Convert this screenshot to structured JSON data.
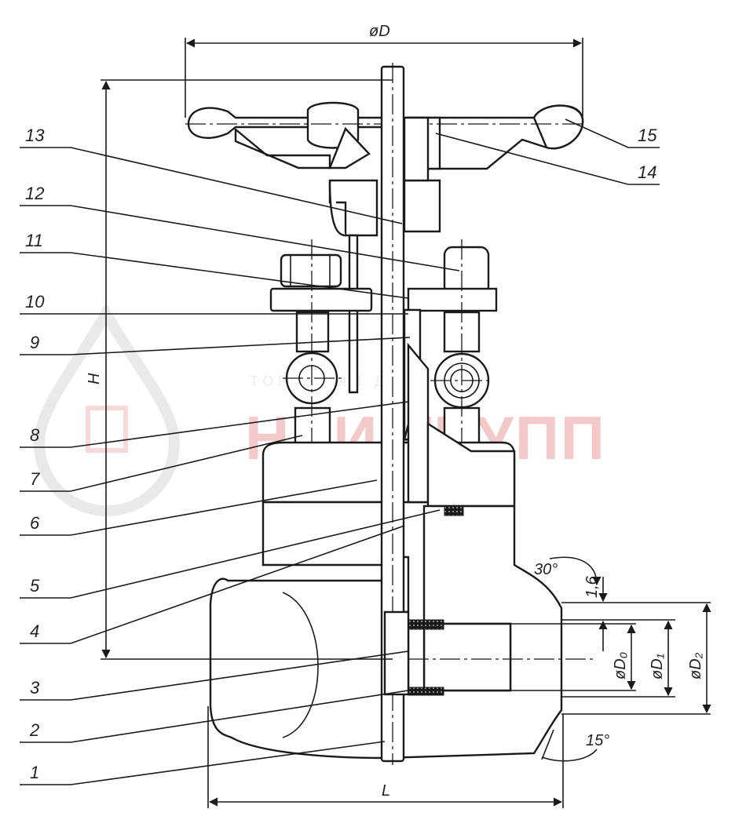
{
  "watermark": {
    "brand": "НХИ ГРУПП",
    "tagline": "ТОРГОВЫЙ ДОМ"
  },
  "callouts": [
    "1",
    "2",
    "3",
    "4",
    "5",
    "6",
    "7",
    "8",
    "9",
    "10",
    "11",
    "12",
    "13",
    "14",
    "15"
  ],
  "dimensions": {
    "handwheel_diameter": "øD",
    "height": "H",
    "length": "L",
    "bore_d0": "øD₀",
    "bore_d1": "øD₁",
    "bore_d2": "øD₂",
    "bevel_angle": "30°",
    "taper_angle": "15°",
    "chamfer": "1,6"
  }
}
